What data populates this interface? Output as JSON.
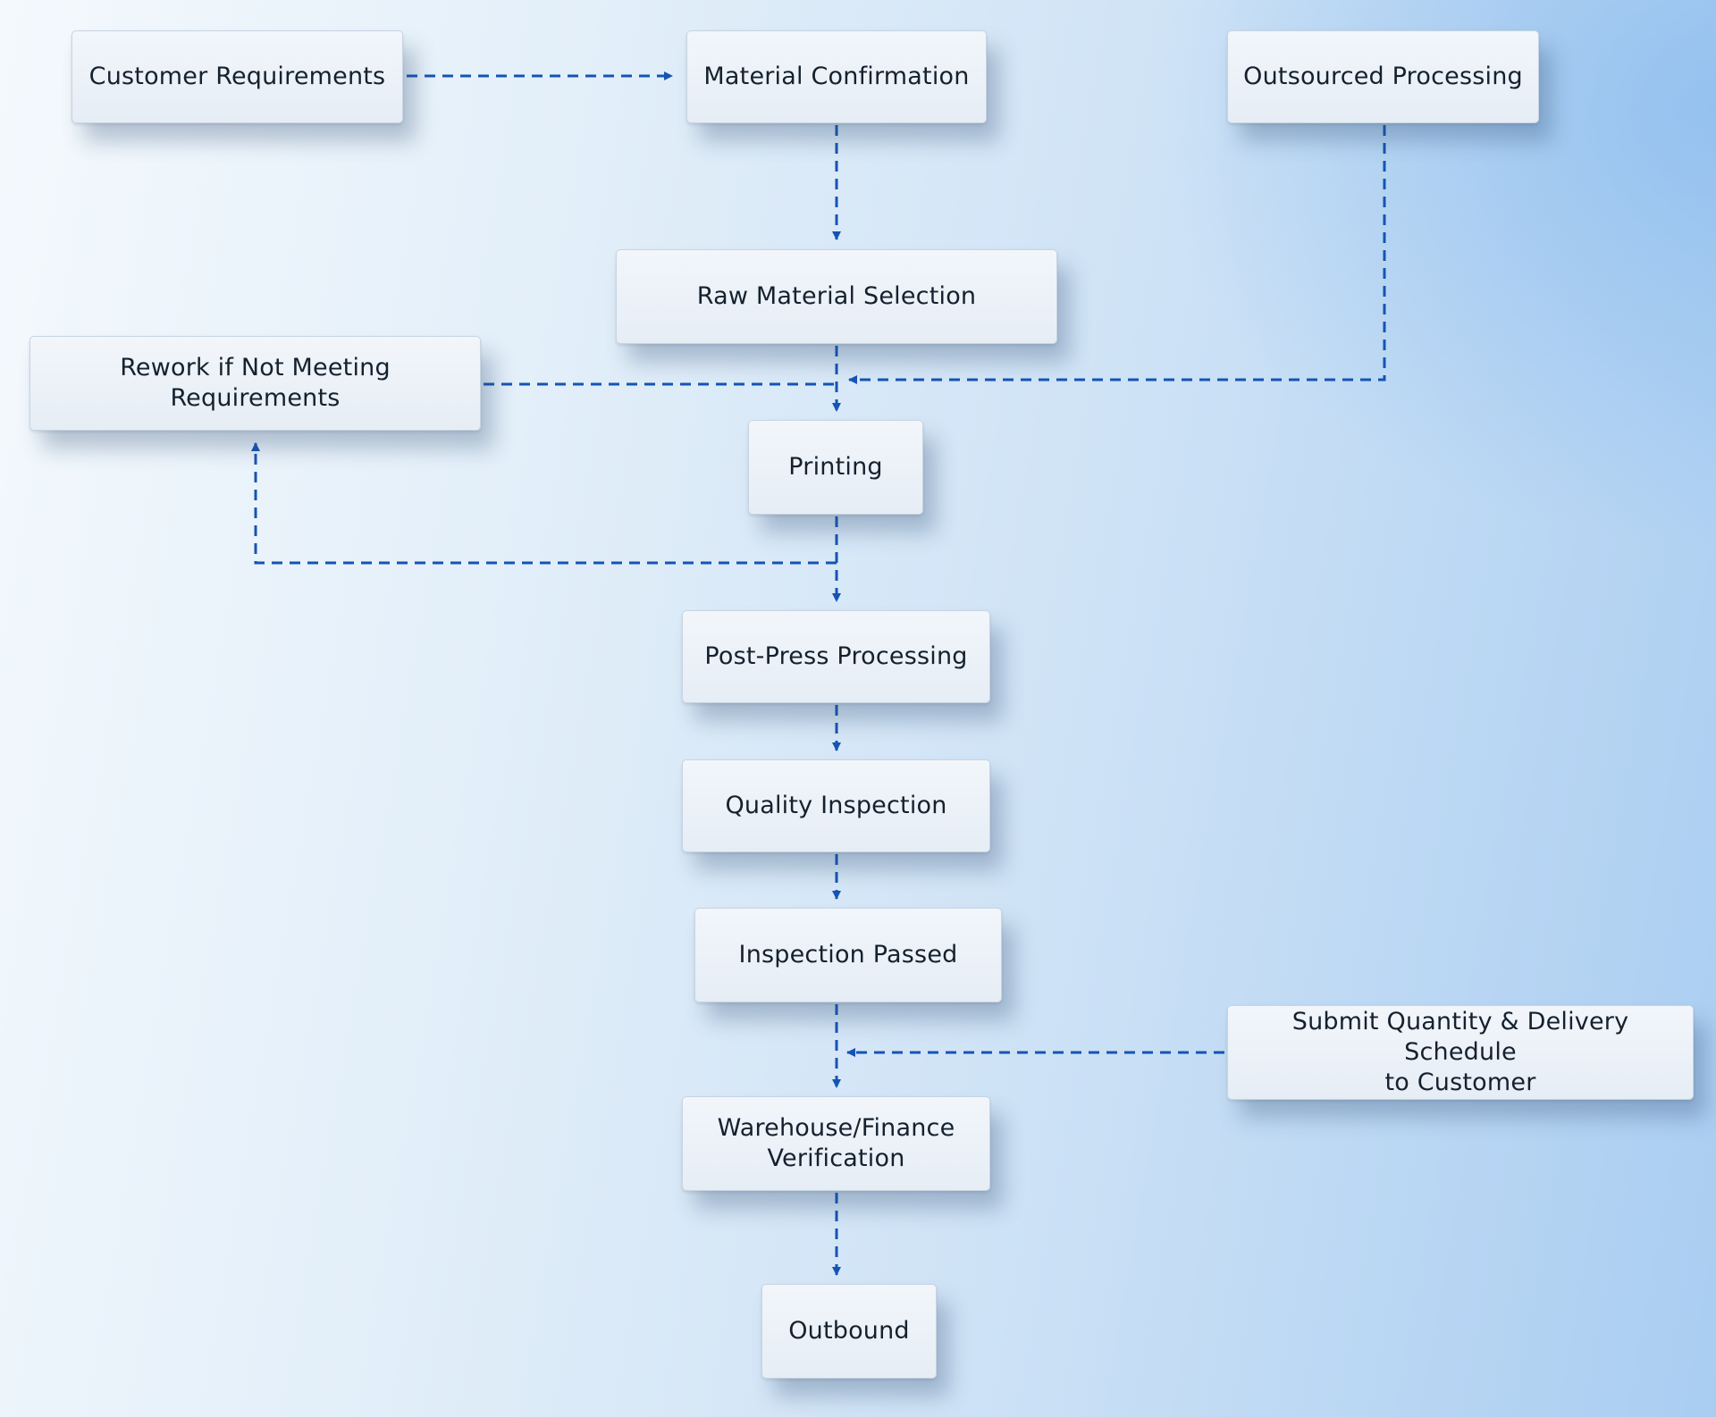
{
  "diagram": {
    "nodes": [
      {
        "id": "n1",
        "label": "Customer Requirements"
      },
      {
        "id": "n2",
        "label": "Material Confirmation"
      },
      {
        "id": "n3",
        "label": "Outsourced Processing"
      },
      {
        "id": "n4",
        "label": "Raw Material Selection"
      },
      {
        "id": "n5",
        "label": "Rework if Not Meeting\nRequirements"
      },
      {
        "id": "n6",
        "label": "Printing"
      },
      {
        "id": "n7",
        "label": "Post-Press Processing"
      },
      {
        "id": "n8",
        "label": "Quality Inspection"
      },
      {
        "id": "n9",
        "label": "Inspection Passed"
      },
      {
        "id": "n10",
        "label": "Submit Quantity & Delivery Schedule\nto Customer"
      },
      {
        "id": "n11",
        "label": "Warehouse/Finance\nVerification"
      },
      {
        "id": "n12",
        "label": "Outbound"
      }
    ],
    "edges": [
      {
        "from": "n1",
        "to": "n2"
      },
      {
        "from": "n2",
        "to": "n4"
      },
      {
        "from": "n4",
        "to": "n6"
      },
      {
        "from": "n3",
        "to": "n6"
      },
      {
        "from": "n6",
        "to": "n5"
      },
      {
        "from": "n5",
        "to": "n6"
      },
      {
        "from": "n6",
        "to": "n7"
      },
      {
        "from": "n7",
        "to": "n8"
      },
      {
        "from": "n8",
        "to": "n9"
      },
      {
        "from": "n9",
        "to": "n11"
      },
      {
        "from": "n10",
        "to": "n11"
      },
      {
        "from": "n11",
        "to": "n12"
      }
    ],
    "connector_style": "dashed",
    "colors": {
      "connector": "#1554b3",
      "node_fill": "#eaf0f6",
      "node_text": "#15212e",
      "background_light": "#f4f9fd",
      "background_accent": "#a9cdf1"
    }
  }
}
